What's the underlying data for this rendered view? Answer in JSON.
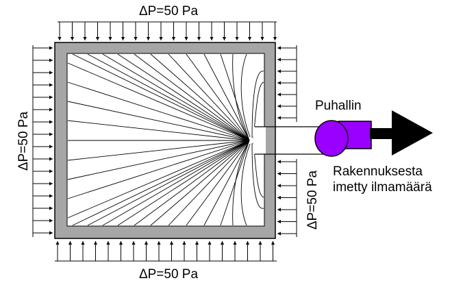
{
  "labels": {
    "pressure_top": "ΔP=50 Pa",
    "pressure_bottom": "ΔP=50 Pa",
    "pressure_left": "ΔP=50 Pa",
    "pressure_right": "ΔP=50 Pa",
    "fan": "Puhallin",
    "airflow_line1": "Rakennuksesta",
    "airflow_line2": "imetty ilmamäärä"
  },
  "colors": {
    "wall": "#a6a6a6",
    "fan": "#9900ff",
    "arrow": "#000000",
    "line": "#000000"
  }
}
